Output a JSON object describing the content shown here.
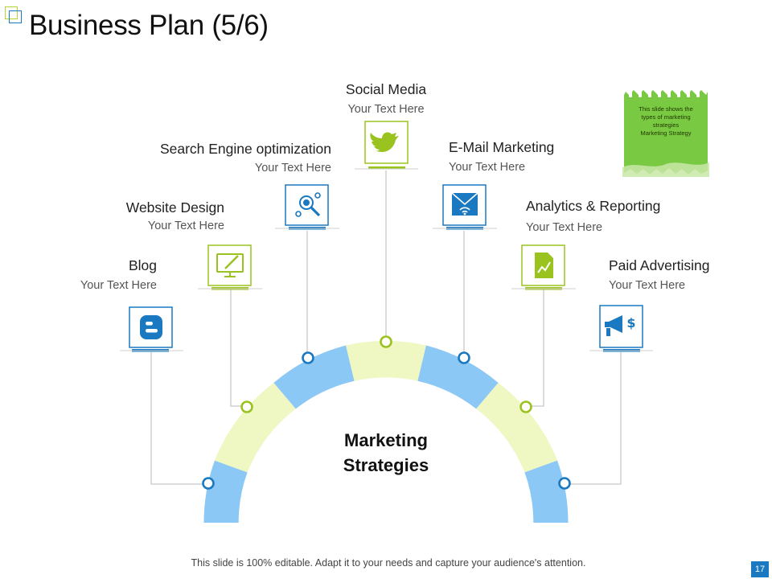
{
  "slide": {
    "title": "Business Plan (5/6)",
    "footer": "This slide is 100% editable. Adapt it to your needs and capture your audience's attention.",
    "page_number": "17"
  },
  "diagram": {
    "center_label_line1": "Marketing",
    "center_label_line2": "Strategies",
    "note_lines": [
      "This slide shows the",
      "types of marketing",
      "strategies",
      "Marketing Strategy"
    ],
    "items": [
      {
        "id": "blog",
        "title": "Blog",
        "subtitle": "Your Text Here",
        "icon": "blogger-icon",
        "accent": "#1a79c0"
      },
      {
        "id": "website-design",
        "title": "Website Design",
        "subtitle": "Your Text Here",
        "icon": "monitor-pen-icon",
        "accent": "#9bc320"
      },
      {
        "id": "seo",
        "title": "Search Engine optimization",
        "subtitle": "Your Text Here",
        "icon": "seo-gear-search-icon",
        "accent": "#1a79c0"
      },
      {
        "id": "social-media",
        "title": "Social Media",
        "subtitle": "Your Text Here",
        "icon": "twitter-bird-icon",
        "accent": "#9bc320"
      },
      {
        "id": "email-marketing",
        "title": "E-Mail Marketing",
        "subtitle": "Your Text Here",
        "icon": "envelope-wifi-icon",
        "accent": "#1a79c0"
      },
      {
        "id": "analytics",
        "title": "Analytics & Reporting",
        "subtitle": "Your Text Here",
        "icon": "document-chart-icon",
        "accent": "#9bc320"
      },
      {
        "id": "paid-advertising",
        "title": "Paid Advertising",
        "subtitle": "Your Text Here",
        "icon": "megaphone-dollar-icon",
        "accent": "#1a79c0"
      }
    ]
  },
  "colors": {
    "blue": "#1a79c0",
    "green": "#9bc320",
    "arc_blue": "#8cc8f6",
    "arc_green": "#eff7c2",
    "note_green": "#7ac943"
  }
}
